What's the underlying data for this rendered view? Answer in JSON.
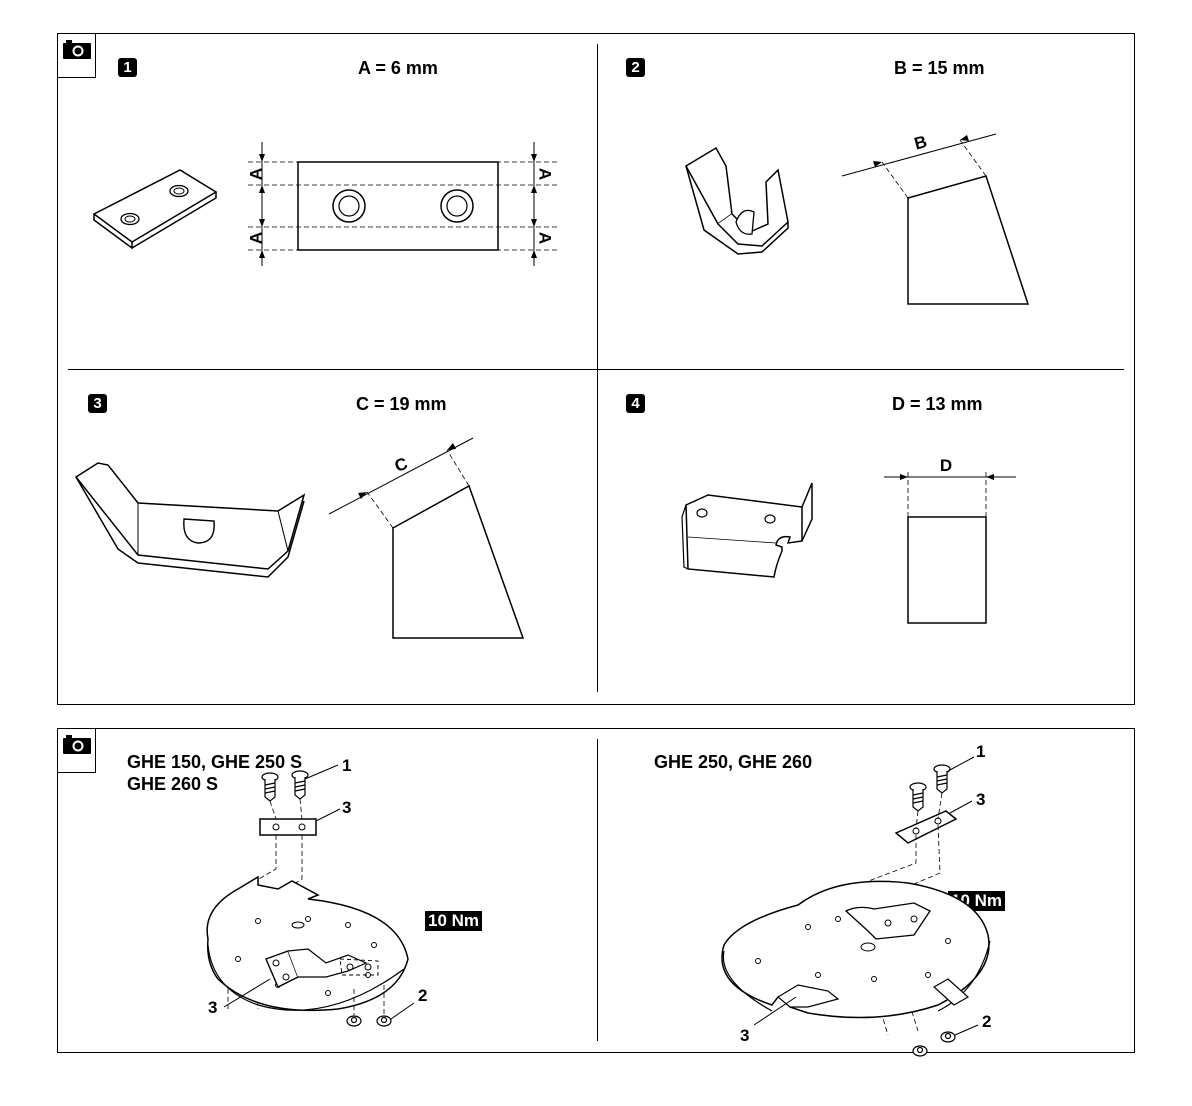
{
  "top": {
    "cells": [
      {
        "num": "1",
        "dim": "A = 6 mm",
        "label": "A"
      },
      {
        "num": "2",
        "dim": "B = 15 mm",
        "label": "B"
      },
      {
        "num": "3",
        "dim": "C = 19 mm",
        "label": "C"
      },
      {
        "num": "4",
        "dim": "D = 13 mm",
        "label": "D"
      }
    ]
  },
  "bottom": {
    "left": {
      "models": [
        "GHE 150, GHE 250 S",
        "GHE 260 S"
      ],
      "torque": "10 Nm",
      "callouts": [
        "1",
        "3",
        "3",
        "2"
      ]
    },
    "right": {
      "models": [
        "GHE 250, GHE 260"
      ],
      "torque": "10 Nm",
      "callouts": [
        "1",
        "3",
        "3",
        "2"
      ]
    }
  },
  "icons": [
    "camera-icon"
  ]
}
